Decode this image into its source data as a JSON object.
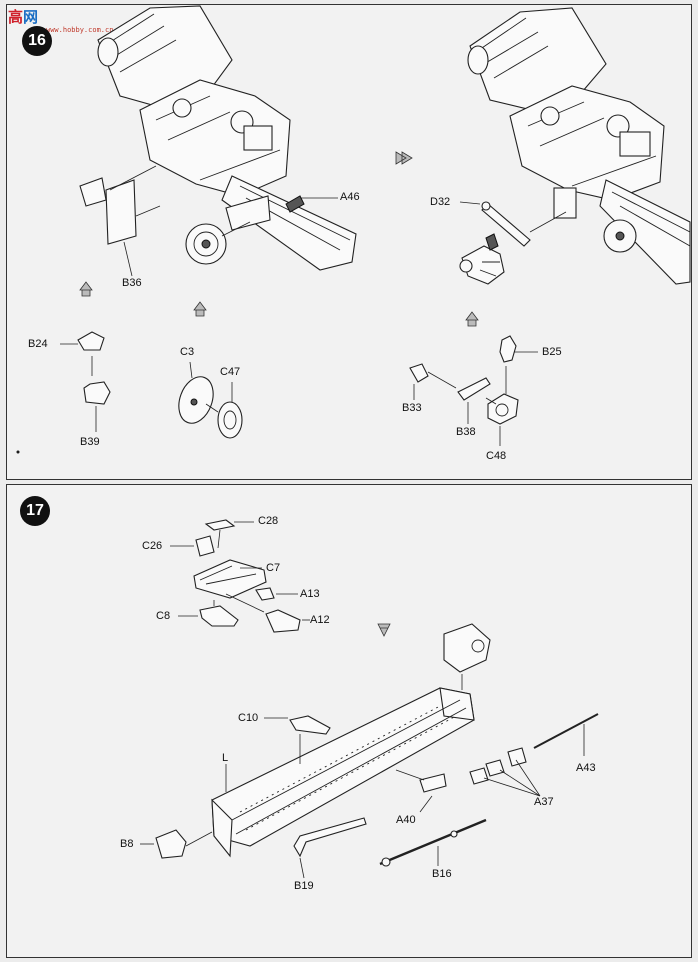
{
  "watermark": {
    "text_a": "高",
    "text_b": "网",
    "url": "www.hobby.com.cn"
  },
  "steps": [
    {
      "number": "16",
      "labels": [
        "A46",
        "B36",
        "B24",
        "B39",
        "C3",
        "C47",
        "D32",
        "B25",
        "B33",
        "B38",
        "C48"
      ]
    },
    {
      "number": "17",
      "labels": [
        "C28",
        "C26",
        "C7",
        "A13",
        "C8",
        "A12",
        "C10",
        "L",
        "B8",
        "B19",
        "A40",
        "B16",
        "A43",
        "A37"
      ]
    }
  ]
}
